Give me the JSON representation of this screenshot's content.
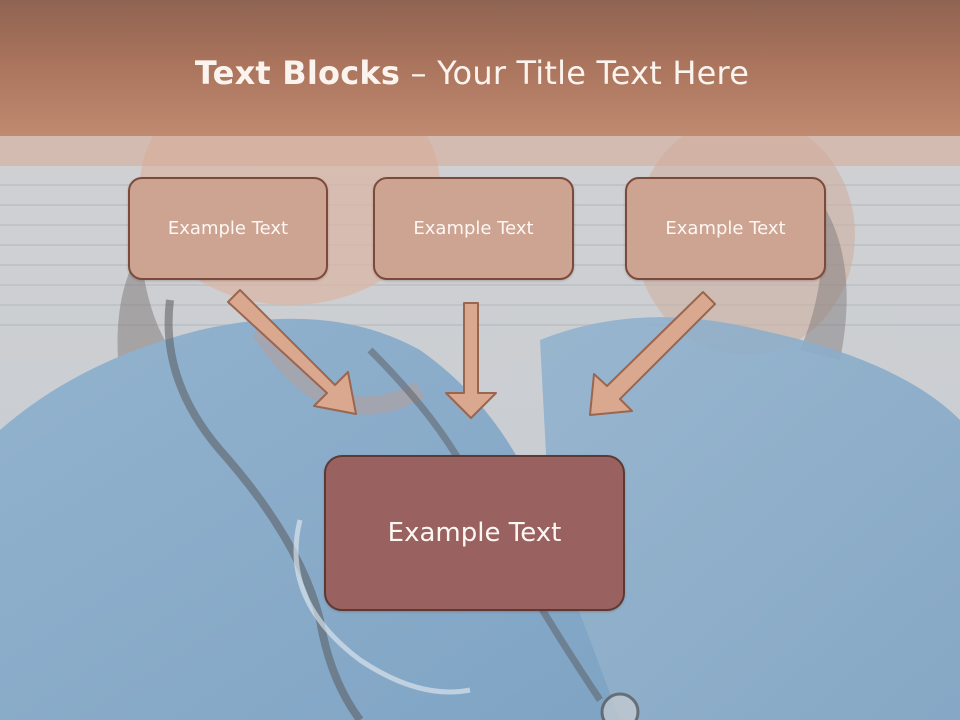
{
  "title": {
    "bold_part": "Text Blocks",
    "separator": " – ",
    "rest": "Your Title Text Here"
  },
  "blocks": [
    {
      "label": "Example Text"
    },
    {
      "label": "Example Text"
    },
    {
      "label": "Example Text"
    }
  ],
  "main_block": {
    "label": "Example Text"
  },
  "colors": {
    "title_bar": "#a9735c",
    "block_fill": "#cda391",
    "block_border": "#7a4a3a",
    "main_fill": "#996160",
    "arrow_fill": "#d9a88f",
    "arrow_stroke": "#9b6650"
  }
}
